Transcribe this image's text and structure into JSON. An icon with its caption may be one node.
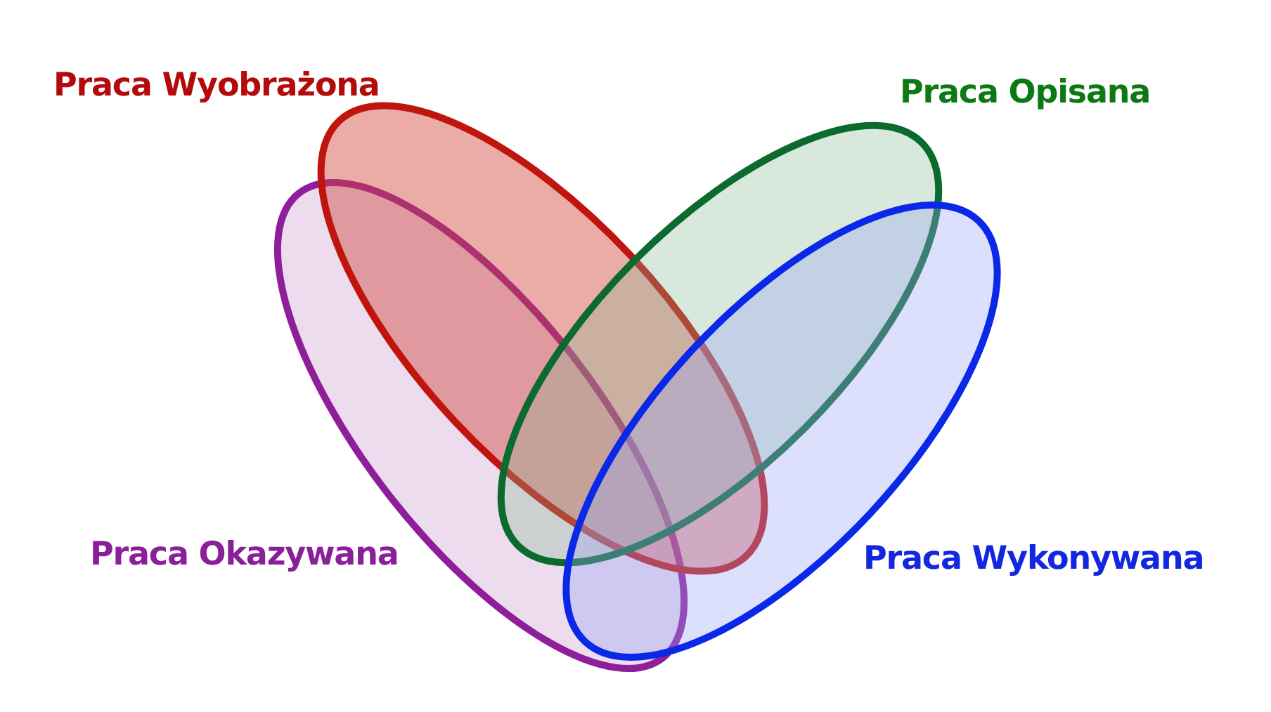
{
  "diagram": {
    "nodes": [
      {
        "text": [
          "Praca Wyobrażona"
        ]
      },
      {
        "text": [
          "Praca Opisana"
        ]
      },
      {
        "text": [
          "Praca Okazywana"
        ]
      },
      {
        "text": [
          "Praca Wykonywana"
        ]
      }
    ]
  }
}
